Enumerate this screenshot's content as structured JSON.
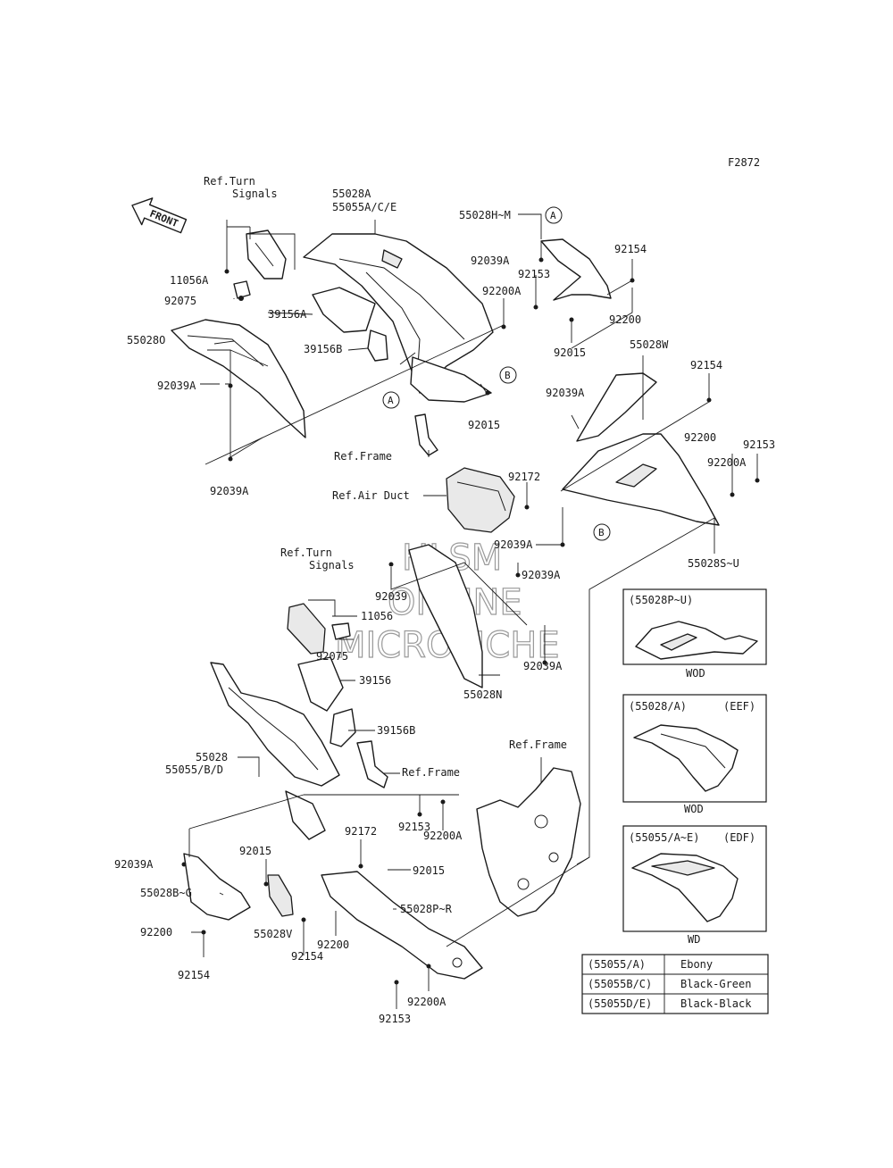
{
  "figure_code": "F2872",
  "direction_arrow": "FRONT",
  "watermark": {
    "line1": "HLSM",
    "line2": "ONLINE",
    "line3": "MICROFICHE"
  },
  "callouts": {
    "a": "A",
    "b": "B"
  },
  "labels": {
    "ref_turn_signals_top": "Ref.Turn\nSignals",
    "p55028A": "55028A",
    "p55055ACE": "55055A/C/E",
    "p55028HM": "55028H~M",
    "p92039A_1": "92039A",
    "p92154_1": "92154",
    "p92153_1": "92153",
    "p92200A_1": "92200A",
    "p92200_1": "92200",
    "p11056A": "11056A",
    "p92075_1": "92075",
    "p39156A": "39156A",
    "p55028O": "55028O",
    "p39156B_1": "39156B",
    "p92015_1": "92015",
    "p92039A_2": "92039A",
    "p92015_2": "92015",
    "p55028W": "55028W",
    "p92154_2": "92154",
    "p92039A_3": "92039A",
    "p92200_2": "92200",
    "p92153_2": "92153",
    "p92039A_4": "92039A",
    "ref_frame_1": "Ref.Frame",
    "p92172_1": "92172",
    "p92200A_2": "92200A",
    "ref_air_duct": "Ref.Air Duct",
    "p92039A_5": "92039A",
    "p55028SU": "55028S~U",
    "p92039A_6": "92039A",
    "ref_turn_signals_mid": "Ref.Turn\nSignals",
    "p92039": "92039",
    "p11056": "11056",
    "p92075_2": "92075",
    "p92039A_7": "92039A",
    "p39156": "39156",
    "p55028N": "55028N",
    "p39156B_2": "39156B",
    "p55028": "55028",
    "p55055BD": "55055/B/D",
    "ref_frame_2": "Ref.Frame",
    "ref_frame_3": "Ref.Frame",
    "p92153_3": "92153",
    "p92200A_3": "92200A",
    "p92172_2": "92172",
    "p92039A_8": "92039A",
    "p92015_3": "92015",
    "p92015_4": "92015",
    "p55028BG": "55028B~G",
    "p55028PR": "55028P~R",
    "p55028V": "55028V",
    "p92200_3": "92200",
    "p92200_4": "92200",
    "p92154_3": "92154",
    "p92154_4": "92154",
    "p92200A_4": "92200A",
    "p92153_4": "92153"
  },
  "insets": [
    {
      "title": "(55028P~U)",
      "variant": "",
      "caption": "WOD"
    },
    {
      "title": "(55028/A)",
      "variant": "(EEF)",
      "caption": "WOD"
    },
    {
      "title": "(55055/A~E)",
      "variant": "(EDF)",
      "caption": "WD"
    }
  ],
  "color_table": [
    {
      "code": "(55055/A)",
      "color": "Ebony"
    },
    {
      "code": "(55055B/C)",
      "color": "Black-Green"
    },
    {
      "code": "(55055D/E)",
      "color": "Black-Black"
    }
  ]
}
